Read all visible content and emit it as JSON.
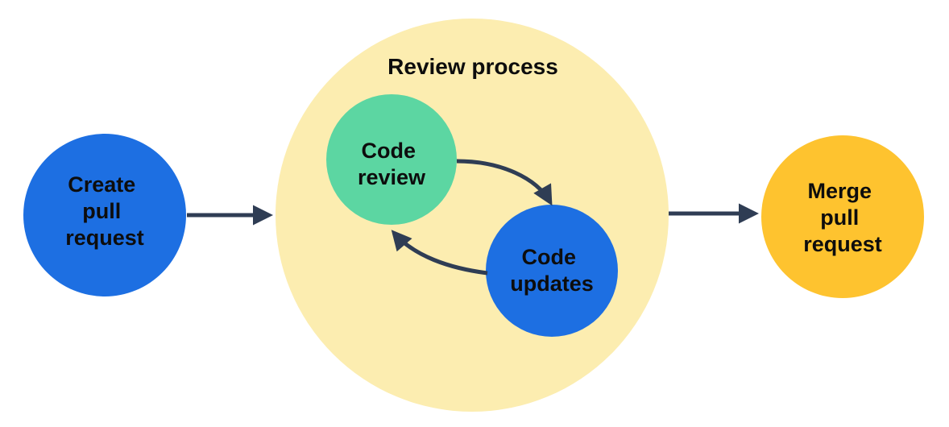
{
  "diagram": {
    "title": "Review process",
    "arrow_color": "#2F3D54",
    "text_color": "#0d0d0d",
    "nodes": {
      "create_pull_request": {
        "label": "Create pull request",
        "lines": [
          "Create",
          "pull",
          "request"
        ],
        "fill": "#1D6FE2"
      },
      "review_process": {
        "label": "Review process",
        "fill": "#FCEDB0"
      },
      "code_review": {
        "label": "Code review",
        "lines": [
          "Code",
          "review"
        ],
        "fill": "#5CD6A2"
      },
      "code_updates": {
        "label": "Code updates",
        "lines": [
          "Code",
          "updates"
        ],
        "fill": "#1D6FE2"
      },
      "merge_pull_request": {
        "label": "Merge pull request",
        "lines": [
          "Merge",
          "pull",
          "request"
        ],
        "fill": "#FEC32F"
      }
    },
    "edges": {
      "create_to_review": "create pull request to review process",
      "review_to_merge": "review process to merge pull request",
      "review_to_updates": "code review to code updates",
      "updates_to_review": "code updates to code review"
    }
  }
}
